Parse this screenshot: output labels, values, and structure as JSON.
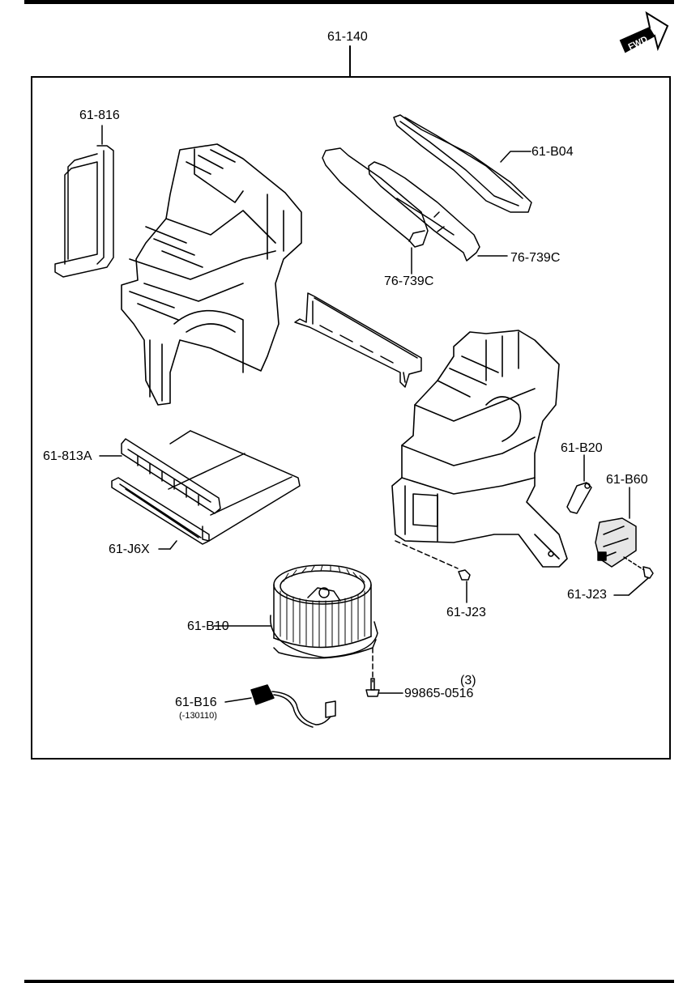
{
  "diagram": {
    "assembly_label": "61-140",
    "fwd_label": "FWD",
    "parts": {
      "p_61_816": "61-816",
      "p_61_b04": "61-B04",
      "p_76_739c_a": "76-739C",
      "p_76_739c_b": "76-739C",
      "p_61_813a": "61-813A",
      "p_61_j6x": "61-J6X",
      "p_61_b20": "61-B20",
      "p_61_b60": "61-B60",
      "p_61_j23_a": "61-J23",
      "p_61_j23_b": "61-J23",
      "p_61_b10": "61-B10",
      "p_99865": "99865-0516",
      "p_99865_qty": "(3)",
      "p_61_b16": "61-B16",
      "p_61_b16_note": "(-130110)"
    }
  }
}
